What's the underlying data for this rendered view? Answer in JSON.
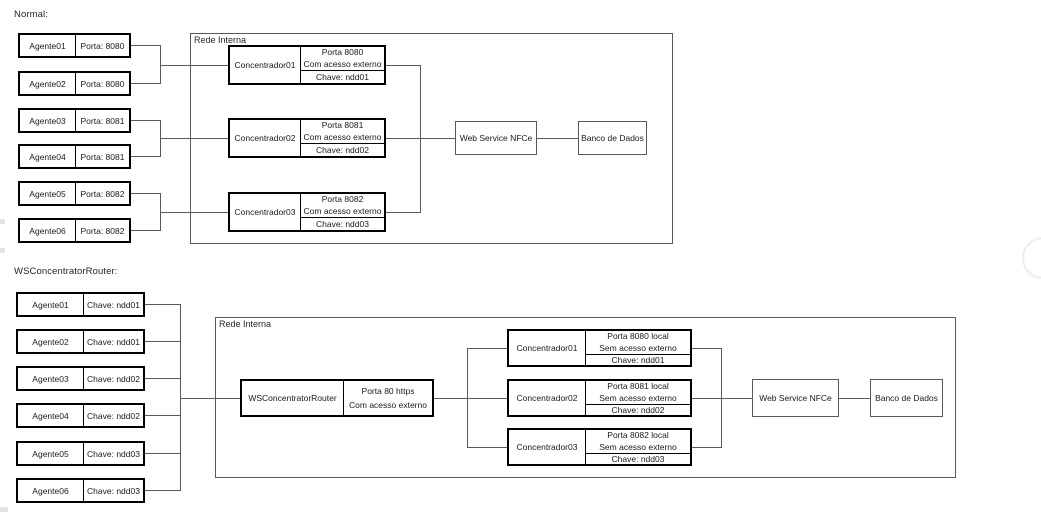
{
  "d1": {
    "title": "Normal:",
    "rede_label": "Rede Interna",
    "agents": [
      {
        "name": "Agente01",
        "info": "Porta: 8080"
      },
      {
        "name": "Agente02",
        "info": "Porta: 8080"
      },
      {
        "name": "Agente03",
        "info": "Porta: 8081"
      },
      {
        "name": "Agente04",
        "info": "Porta: 8081"
      },
      {
        "name": "Agente05",
        "info": "Porta: 8082"
      },
      {
        "name": "Agente06",
        "info": "Porta: 8082"
      }
    ],
    "concentrators": [
      {
        "name": "Concentrador01",
        "line1": "Porta 8080",
        "line2": "Com acesso externo",
        "chave": "Chave: ndd01"
      },
      {
        "name": "Concentrador02",
        "line1": "Porta 8081",
        "line2": "Com acesso externo",
        "chave": "Chave: ndd02"
      },
      {
        "name": "Concentrador03",
        "line1": "Porta 8082",
        "line2": "Com acesso externo",
        "chave": "Chave: ndd03"
      }
    ],
    "web_service": "Web Service NFCe",
    "database": "Banco de Dados"
  },
  "d2": {
    "title": "WSConcentratorRouter:",
    "rede_label": "Rede Interna",
    "agents": [
      {
        "name": "Agente01",
        "info": "Chave: ndd01"
      },
      {
        "name": "Agente02",
        "info": "Chave: ndd01"
      },
      {
        "name": "Agente03",
        "info": "Chave: ndd02"
      },
      {
        "name": "Agente04",
        "info": "Chave: ndd02"
      },
      {
        "name": "Agente05",
        "info": "Chave: ndd03"
      },
      {
        "name": "Agente06",
        "info": "Chave: ndd03"
      }
    ],
    "router": {
      "name": "WSConcentratorRouter",
      "line1": "Porta 80 https",
      "line2": "Com acesso externo"
    },
    "concentrators": [
      {
        "name": "Concentrador01",
        "line1": "Porta 8080 local",
        "line2": "Sem acesso externo",
        "chave": "Chave: ndd01"
      },
      {
        "name": "Concentrador02",
        "line1": "Porta 8081 local",
        "line2": "Sem acesso externo",
        "chave": "Chave: ndd02"
      },
      {
        "name": "Concentrador03",
        "line1": "Porta 8082 local",
        "line2": "Sem acesso externo",
        "chave": "Chave: ndd03"
      }
    ],
    "web_service": "Web Service NFCe",
    "database": "Banco de Dados"
  },
  "colors": {
    "box_border": "#000000",
    "thin_border": "#595959",
    "connector": "#595959",
    "text": "#1a1a1a"
  }
}
